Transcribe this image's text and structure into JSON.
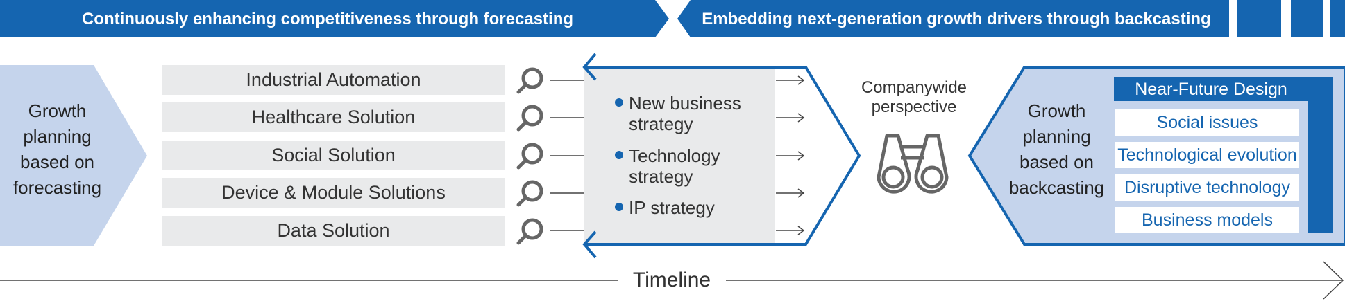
{
  "header": {
    "forecast_banner": "Continuously enhancing competitiveness through forecasting",
    "backcast_banner": "Embedding next-generation growth drivers through backcasting"
  },
  "left_arrow": {
    "label": "Growth planning based on forecasting"
  },
  "segments": [
    "Industrial Automation",
    "Healthcare Solution",
    "Social Solution",
    "Device & Module Solutions",
    "Data Solution"
  ],
  "strategies": [
    {
      "line1": "New business",
      "line2": "strategy"
    },
    {
      "line1": "Technology",
      "line2": "strategy"
    },
    {
      "line1": "IP strategy",
      "line2": ""
    }
  ],
  "perspective": {
    "line1": "Companywide",
    "line2": "perspective"
  },
  "right_block": {
    "label": "Growth planning based on backcasting",
    "nfd_title": "Near-Future Design",
    "nfd_items": [
      "Social issues",
      "Technological evolution",
      "Disruptive technology",
      "Business models"
    ]
  },
  "timeline": {
    "label": "Timeline"
  },
  "colors": {
    "blue": "#1565b0",
    "light_blue": "#c5d4ec",
    "gray_panel": "#e9eaeb",
    "icon_gray": "#666666"
  },
  "icons": [
    "magnifier-icon",
    "binoculars-icon",
    "arrow-right-icon"
  ]
}
